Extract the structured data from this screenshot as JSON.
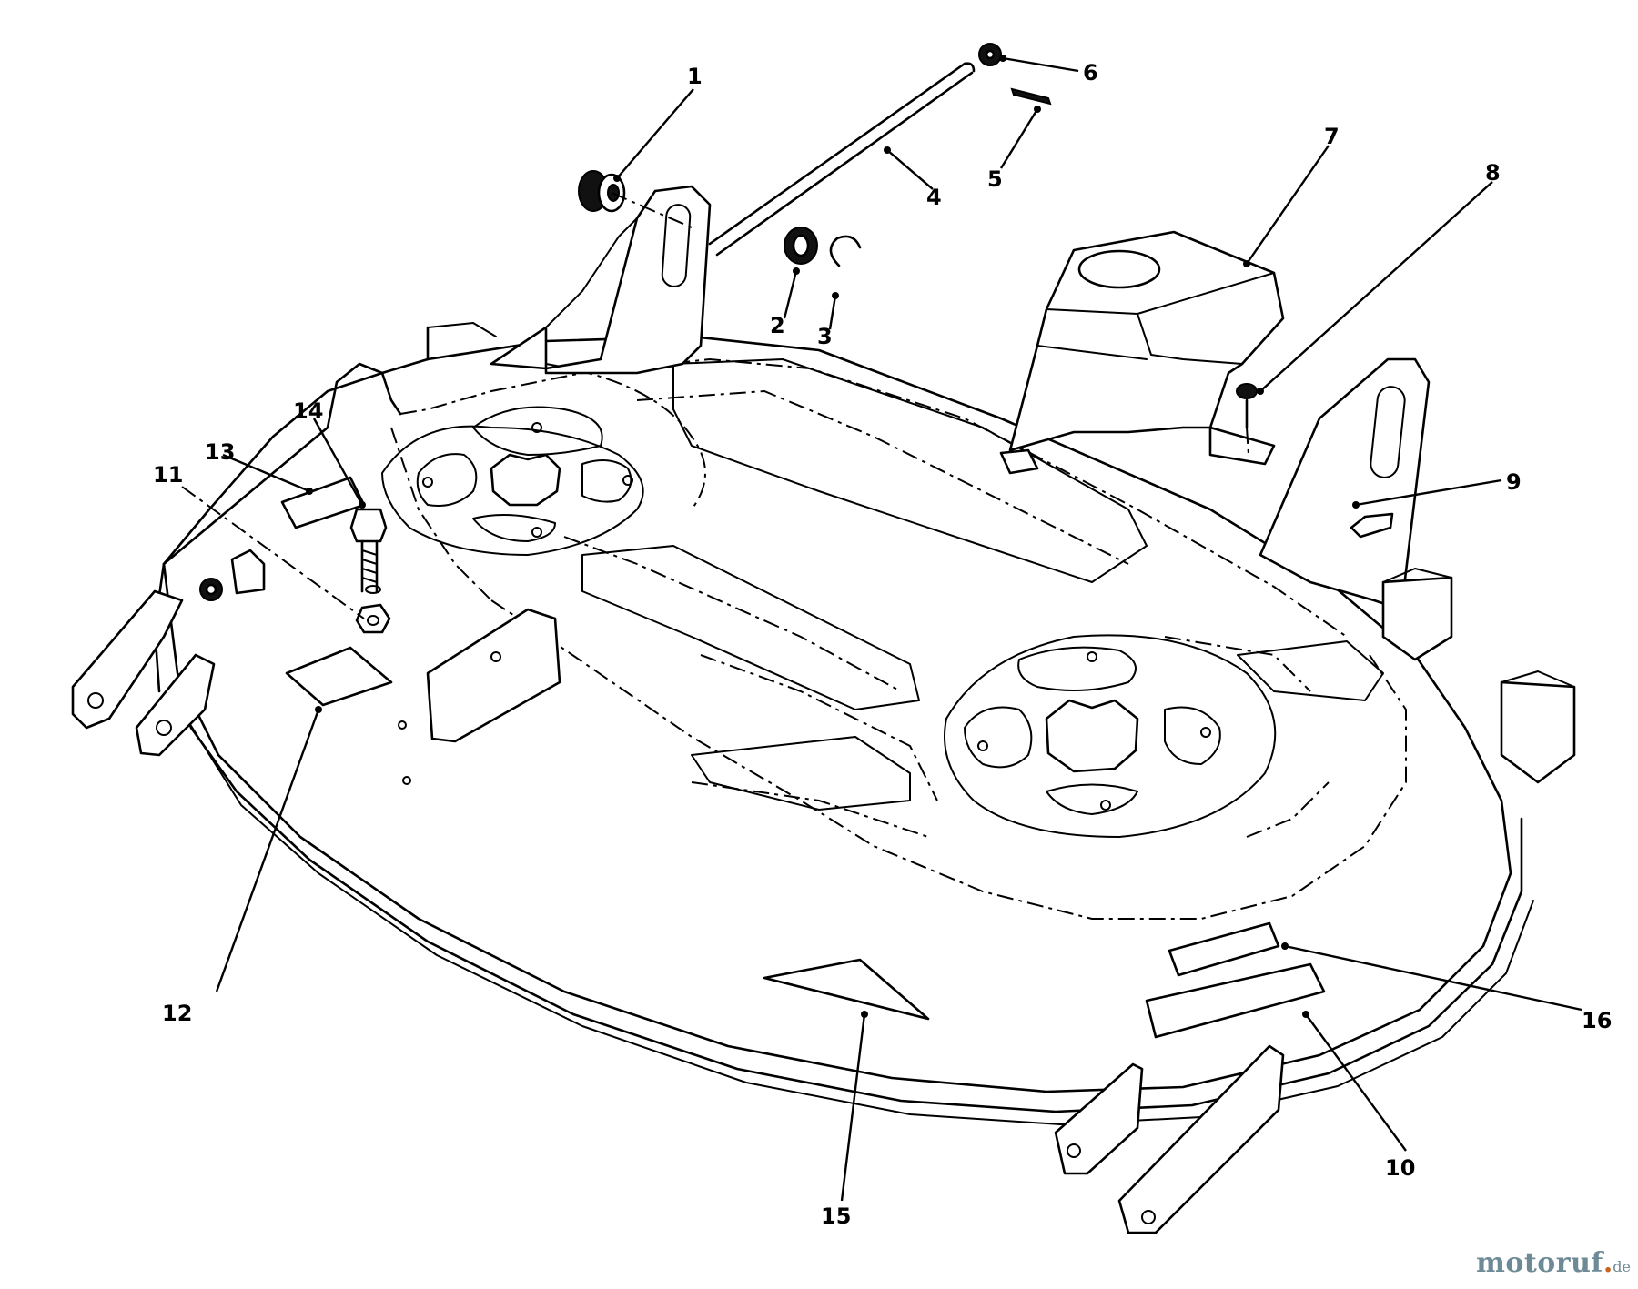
{
  "callouts": {
    "c1": "1",
    "c2": "2",
    "c3": "3",
    "c4": "4",
    "c5": "5",
    "c6": "6",
    "c7": "7",
    "c8": "8",
    "c9": "9",
    "c10": "10",
    "c11": "11",
    "c12": "12",
    "c13": "13",
    "c14": "14",
    "c15": "15",
    "c16": "16"
  },
  "watermark": {
    "brand": "motoruf",
    "tld": "de"
  }
}
